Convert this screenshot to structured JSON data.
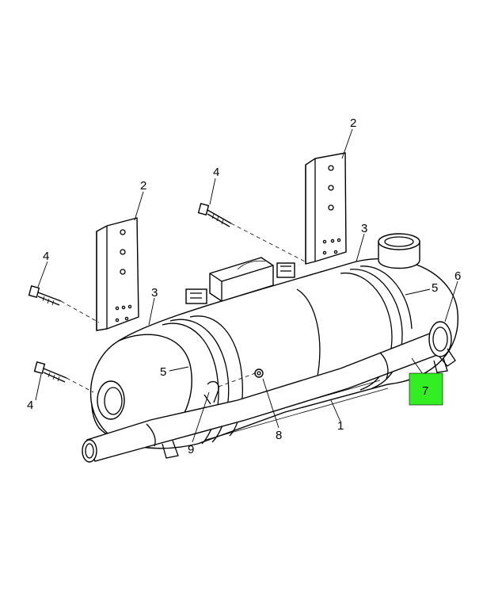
{
  "callouts": [
    {
      "id": "c2a",
      "label": "2"
    },
    {
      "id": "c2b",
      "label": "2"
    },
    {
      "id": "c3a",
      "label": "3"
    },
    {
      "id": "c3b",
      "label": "3"
    },
    {
      "id": "c4a",
      "label": "4"
    },
    {
      "id": "c4b",
      "label": "4"
    },
    {
      "id": "c4c",
      "label": "4"
    },
    {
      "id": "c5a",
      "label": "5"
    },
    {
      "id": "c5b",
      "label": "5"
    },
    {
      "id": "c6",
      "label": "6"
    },
    {
      "id": "c7",
      "label": "7"
    },
    {
      "id": "c8",
      "label": "8"
    },
    {
      "id": "c9",
      "label": "9"
    },
    {
      "id": "c1",
      "label": "1"
    }
  ],
  "colors": {
    "highlight": "#33ee22",
    "line": "#000000",
    "body": "#ffffff"
  }
}
